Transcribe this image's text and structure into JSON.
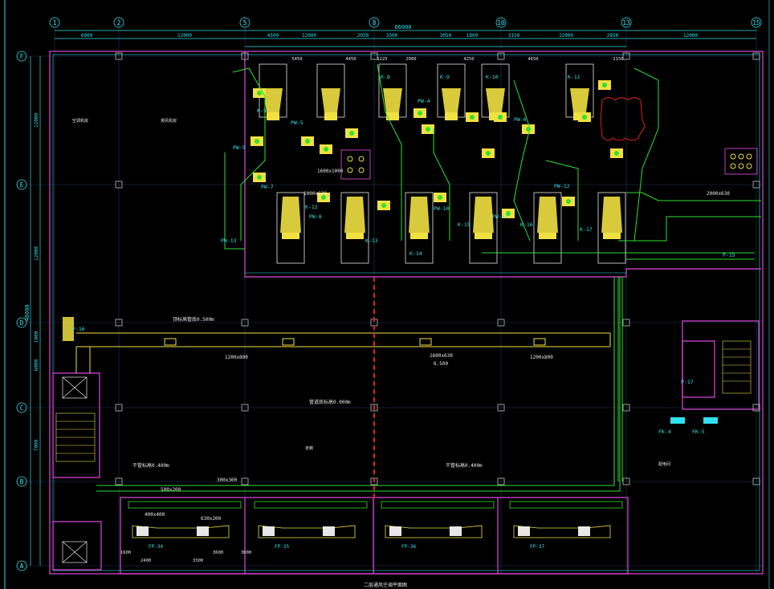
{
  "colors": {
    "background": "#000000",
    "grid_line": "#1f3b5a",
    "dim": "#34e0e8",
    "wall": "#c040c0",
    "duct_yellow": "#f0e040",
    "duct_green": "#30e030",
    "equip_cyan": "#30e0f0",
    "fire_break": "#e02020",
    "label_white": "#e8e8e8"
  },
  "axes": {
    "top": [
      "1",
      "2",
      "5",
      "8",
      "10",
      "13",
      "15"
    ],
    "left": [
      "F",
      "E",
      "D",
      "C",
      "B",
      "A"
    ]
  },
  "top_dimensions": {
    "total": "66000",
    "segments": [
      "6000",
      "12000",
      "4500",
      "12000",
      "2050",
      "3300",
      "3050",
      "1800",
      "3150",
      "12000",
      "2850",
      "12000"
    ],
    "sub_segments": [
      "5450",
      "4450",
      "1225",
      "2000",
      "4250",
      "4650",
      "2150"
    ]
  },
  "left_dimensions": {
    "total": "48000",
    "segments": [
      "12000",
      "12000",
      "1000",
      "6000",
      "7000"
    ]
  },
  "unit_labels": [
    "K-5",
    "K-8",
    "K-9",
    "K-10",
    "K-11",
    "K-12",
    "K-13",
    "K-14",
    "K-15",
    "K-16",
    "K-17",
    "PW-4",
    "PW-5",
    "PW-6",
    "PW-7",
    "PW-8",
    "PW-9",
    "PW-10",
    "PW-11",
    "PW-12",
    "PW-13",
    "P-15",
    "P-16",
    "P-17"
  ],
  "fcu_labels": [
    "FP-34",
    "FP-35",
    "FP-36",
    "FP-37"
  ],
  "fk_labels": [
    "FK-4",
    "FK-5"
  ],
  "duct_sizes": [
    "1000x630",
    "1200x800",
    "1600x630",
    "1600x1000",
    "1200x800",
    "630x200",
    "500x200",
    "400x400",
    "300x300",
    "2000x630"
  ],
  "elevation_labels": [
    "顶标高管底0.500m",
    "管道底标高0.000m",
    "干管标高0.400m",
    "干管标高0.400m",
    "6.500"
  ],
  "room_labels": [
    "空调机房",
    "排风机房",
    "走廊",
    "配电间"
  ],
  "bottom_dims": [
    "1600",
    "2400",
    "3300",
    "3000",
    "3600"
  ],
  "title": "二层通风空调平面图"
}
